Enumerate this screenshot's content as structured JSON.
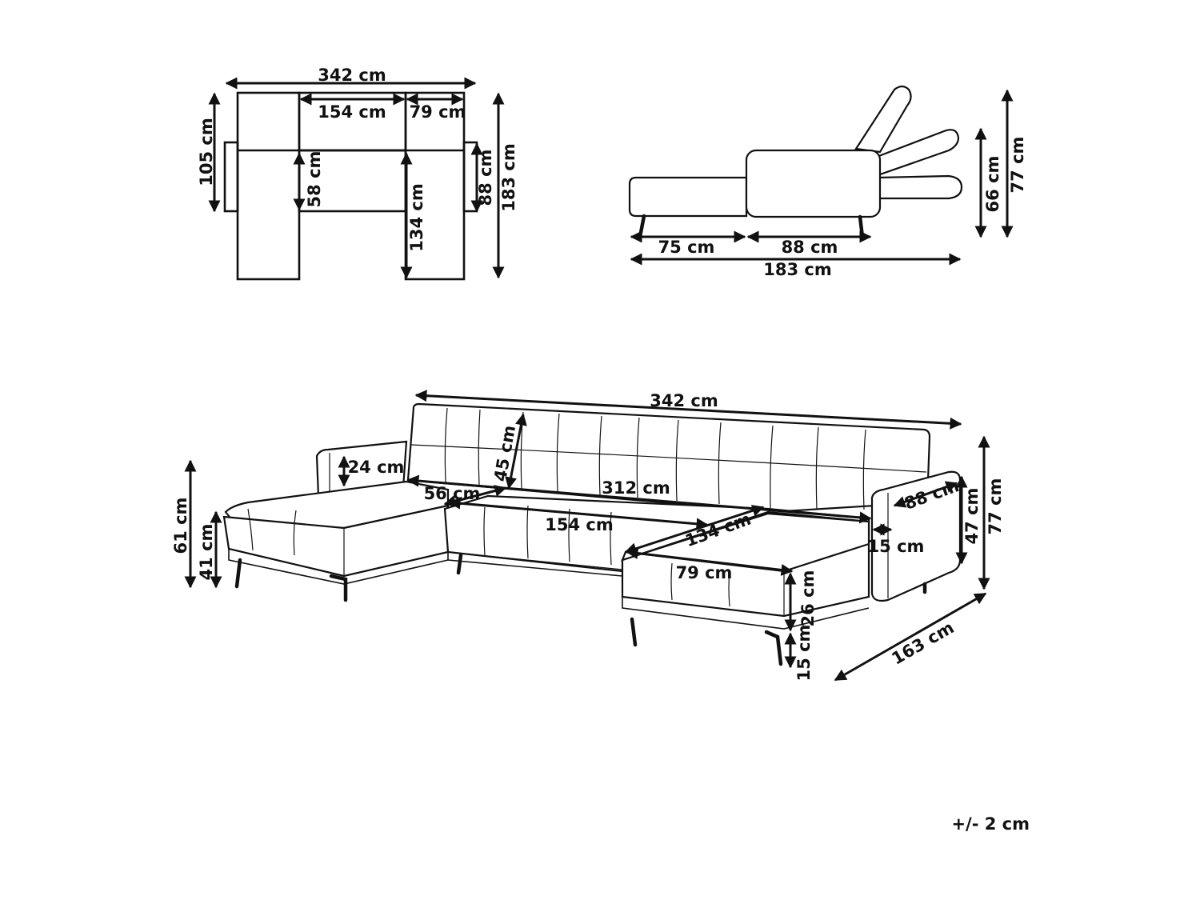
{
  "top_view": {
    "width_total": "342 cm",
    "middle_width": "154 cm",
    "right_width": "79 cm",
    "back_depth": "105 cm",
    "seat_depth": "58 cm",
    "chaise_length": "134 cm",
    "armrest_depth": "88 cm",
    "total_depth": "183 cm"
  },
  "side_view": {
    "seat_length": "75 cm",
    "back_section": "88 cm",
    "total_length": "183 cm",
    "height_low": "66 cm",
    "height_high": "77 cm"
  },
  "perspective_view": {
    "width_total": "342 cm",
    "armrest_height_above_seat": "24 cm",
    "backrest_height": "45 cm",
    "seat_width_inner": "312 cm",
    "chaise_depth_left": "56 cm",
    "middle_width": "154 cm",
    "chaise_length": "134 cm",
    "chaise_width": "79 cm",
    "arm_depth": "88 cm",
    "arm_thickness": "15 cm",
    "seat_height_left": "61 cm",
    "total_height_left": "41 cm",
    "seat_thickness": "26 cm",
    "leg_height": "15 cm",
    "arm_height": "47 cm",
    "total_height": "77 cm",
    "total_depth": "163 cm"
  },
  "tolerance": "+/- 2 cm"
}
